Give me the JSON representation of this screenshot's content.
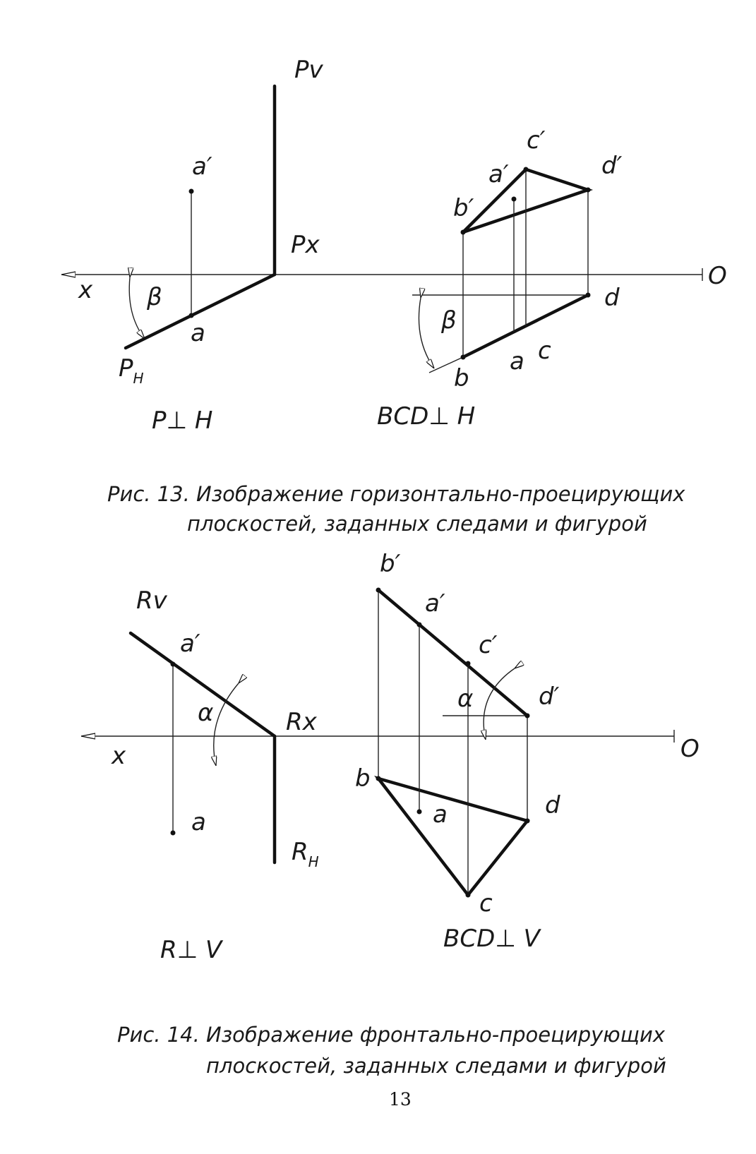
{
  "figure13": {
    "left": {
      "Pv": "Pv",
      "a_prime": "a′",
      "Px": "Px",
      "x": "x",
      "beta": "β",
      "a": "a",
      "PH": "P",
      "PH_sub": "H",
      "relation": "P⊥ H"
    },
    "right": {
      "c_prime": "c′",
      "a_prime": "a′",
      "d_prime": "d′",
      "b_prime": "b′",
      "O": "O",
      "d": "d",
      "beta": "β",
      "a": "a",
      "c": "c",
      "b": "b",
      "relation": "BCD⊥ H"
    },
    "caption_line1": "Рис. 13. Изображение горизонтально-проецирующих",
    "caption_line2": "плоскостей, заданных следами и фигурой"
  },
  "figure14": {
    "left": {
      "Rv": "Rv",
      "a_prime": "a′",
      "alpha": "α",
      "Rx": "Rx",
      "x": "x",
      "a": "a",
      "RH": "R",
      "RH_sub": "H",
      "relation": "R⊥ V"
    },
    "right": {
      "b_prime": "b′",
      "a_prime": "a′",
      "c_prime": "c′",
      "alpha": "α",
      "d_prime": "d′",
      "O": "O",
      "b": "b",
      "a": "a",
      "d": "d",
      "c": "c",
      "relation": "BCD⊥ V"
    },
    "caption_line1": "Рис. 14. Изображение фронтально-проецирующих",
    "caption_line2": "плоскостей, заданных следами и фигурой"
  },
  "page_number": "13"
}
